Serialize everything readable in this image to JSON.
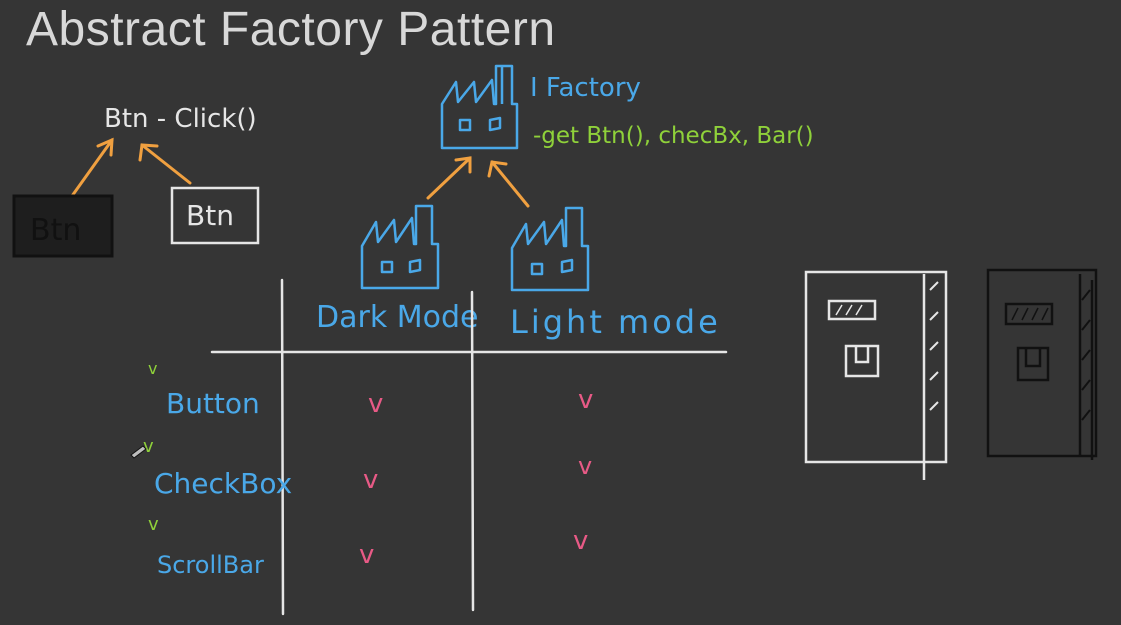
{
  "title": "Abstract Factory Pattern",
  "diagram": {
    "interface_label": "Btn - Click()",
    "dark_btn_label": "Btn",
    "light_btn_label": "Btn",
    "factory_label": "I Factory",
    "factory_methods": "-get Btn(), checBx, Bar()",
    "columns": [
      "Dark Mode",
      "Light mode"
    ],
    "rows": [
      "Button",
      "CheckBox",
      "ScrollBar"
    ],
    "check_mark": "v",
    "row_tick": "v"
  },
  "colors": {
    "background": "#353535",
    "title": "#d8d8d8",
    "white_ink": "#e6e6e6",
    "blue_ink": "#4aa8e8",
    "orange_ink": "#f0a040",
    "green_ink": "#8fd13a",
    "pink_ink": "#e85a86",
    "black_ink": "#111111"
  }
}
